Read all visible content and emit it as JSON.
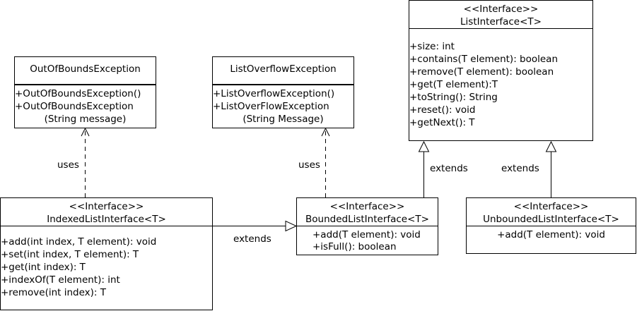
{
  "list_interface": {
    "stereotype": "<<Interface>>",
    "name": "ListInterface<T>",
    "members": [
      "+size: int",
      "+contains(T element): boolean",
      "+remove(T element): boolean",
      "+get(T element):T",
      "+toString(): String",
      "+reset(): void",
      "+getNext(): T"
    ]
  },
  "out_of_bounds": {
    "name": "OutOfBoundsException",
    "members": [
      "+OutOfBoundsException()",
      "+OutOfBoundsException",
      "(String message)"
    ]
  },
  "list_overflow": {
    "name": "ListOverflowException",
    "members": [
      "+ListOverflowException()",
      "+ListOverFlowException",
      "(String Message)"
    ]
  },
  "indexed": {
    "stereotype": "<<Interface>>",
    "name": "IndexedListInterface<T>",
    "members": [
      "+add(int index, T element): void",
      "+set(int index, T element): T",
      "+get(int index): T",
      "+indexOf(T element): int",
      "+remove(int index): T"
    ]
  },
  "bounded": {
    "stereotype": "<<Interface>>",
    "name": "BoundedListInterface<T>",
    "members": [
      "+add(T element): void",
      "+isFull(): boolean"
    ]
  },
  "unbounded": {
    "stereotype": "<<Interface>>",
    "name": "UnboundedListInterface<T>",
    "members": [
      "+add(T element): void"
    ]
  },
  "labels": {
    "uses_left": "uses",
    "uses_right": "uses",
    "extends_bounded": "extends",
    "extends_unbounded": "extends",
    "extends_indexed": "extends"
  }
}
